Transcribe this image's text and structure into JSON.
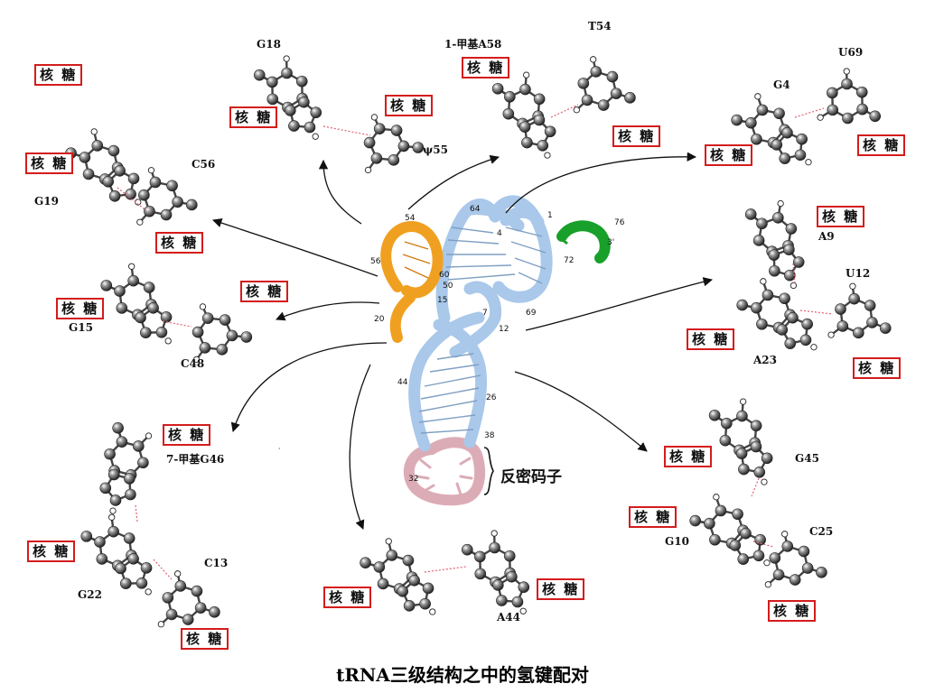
{
  "caption": "tRNA三级结构之中的氢键配对",
  "ribose": "核 糖",
  "anticodon": "反密码子",
  "labels": {
    "g18": "G18",
    "psi55": "ψ55",
    "m1a58": "1-甲基A58",
    "t54": "T54",
    "u69": "U69",
    "g4": "G4",
    "c56": "C56",
    "g19": "G19",
    "a9": "A9",
    "u12": "U12",
    "a23": "A23",
    "g15": "G15",
    "c48": "C48",
    "m7g46": "7-甲基G46",
    "c13": "C13",
    "g22": "G22",
    "a44": "A44",
    "g45": "G45",
    "g10": "G10",
    "c25": "C25"
  },
  "numbers": {
    "n54": "54",
    "n64": "64",
    "n1": "1",
    "n76": "76",
    "n3p": "3'",
    "n4": "4",
    "n56": "56",
    "n60": "60",
    "n50": "50",
    "n72": "72",
    "n15": "15",
    "n20": "20",
    "n7": "7",
    "n12": "12",
    "n69": "69",
    "n44": "44",
    "n26": "26",
    "n38": "38",
    "n32": "32"
  },
  "colors": {
    "d_arm": "#f0ac2a",
    "t_arm": "#f0a020",
    "acceptor_end": "#18a02a",
    "body": "#a9c8ea",
    "anticodon_loop": "#dcacb6",
    "box_border": "#d41c1c"
  }
}
